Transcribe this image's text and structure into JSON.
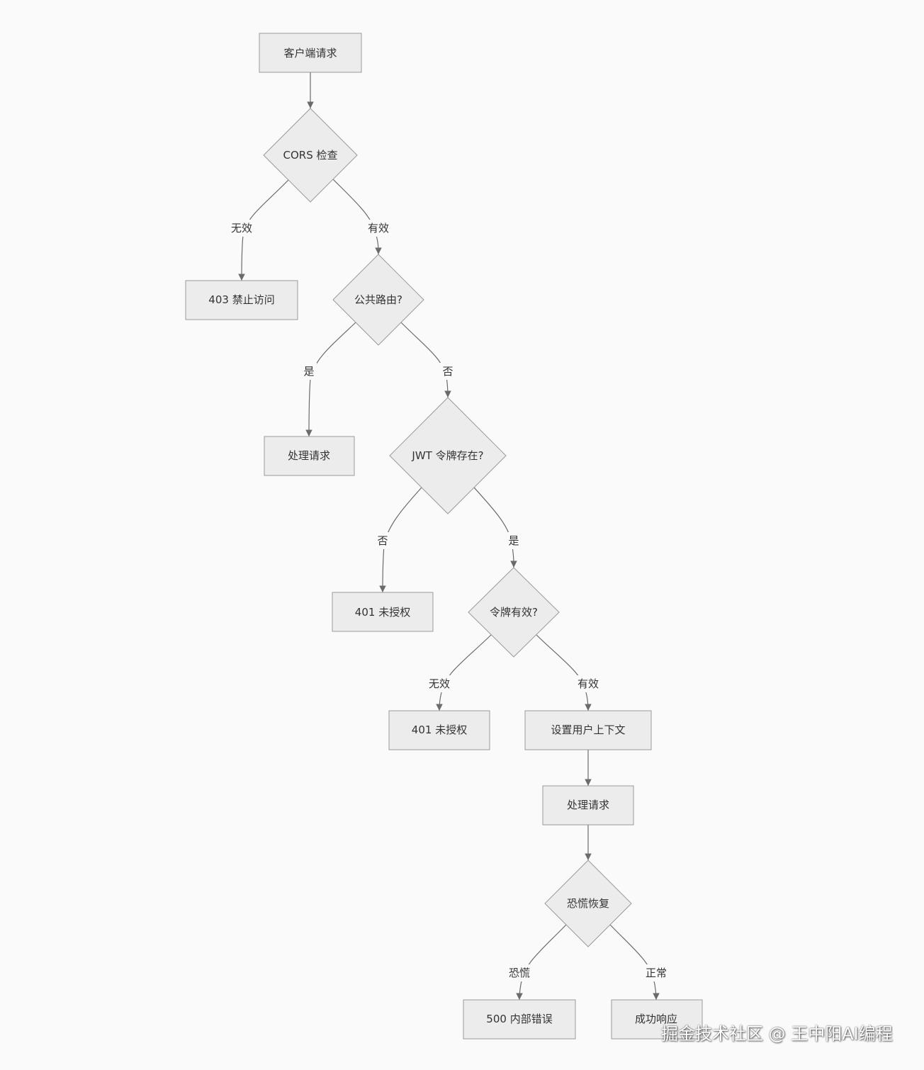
{
  "diagram": {
    "nodes": {
      "client_request": "客户端请求",
      "cors_check": "CORS 检查",
      "forbidden_403": "403 禁止访问",
      "public_route": "公共路由?",
      "handle_request_public": "处理请求",
      "jwt_token_exists": "JWT 令牌存在?",
      "unauthorized_401_missing": "401 未授权",
      "token_valid": "令牌有效?",
      "unauthorized_401_invalid": "401 未授权",
      "set_user_context": "设置用户上下文",
      "handle_request": "处理请求",
      "panic_recovery": "恐慌恢复",
      "internal_error_500": "500 内部错误",
      "success_response": "成功响应"
    },
    "edge_labels": {
      "cors_invalid": "无效",
      "cors_valid": "有效",
      "public_yes": "是",
      "public_no": "否",
      "jwt_no": "否",
      "jwt_yes": "是",
      "token_invalid": "无效",
      "token_valid": "有效",
      "panic": "恐慌",
      "normal": "正常"
    },
    "colors": {
      "background": "#fafafa",
      "node_fill": "#ececec",
      "node_stroke": "#9a9a9a",
      "edge": "#6b6b6b",
      "text": "#333333"
    }
  },
  "watermark": "掘金技术社区 @ 王中阳AI编程"
}
